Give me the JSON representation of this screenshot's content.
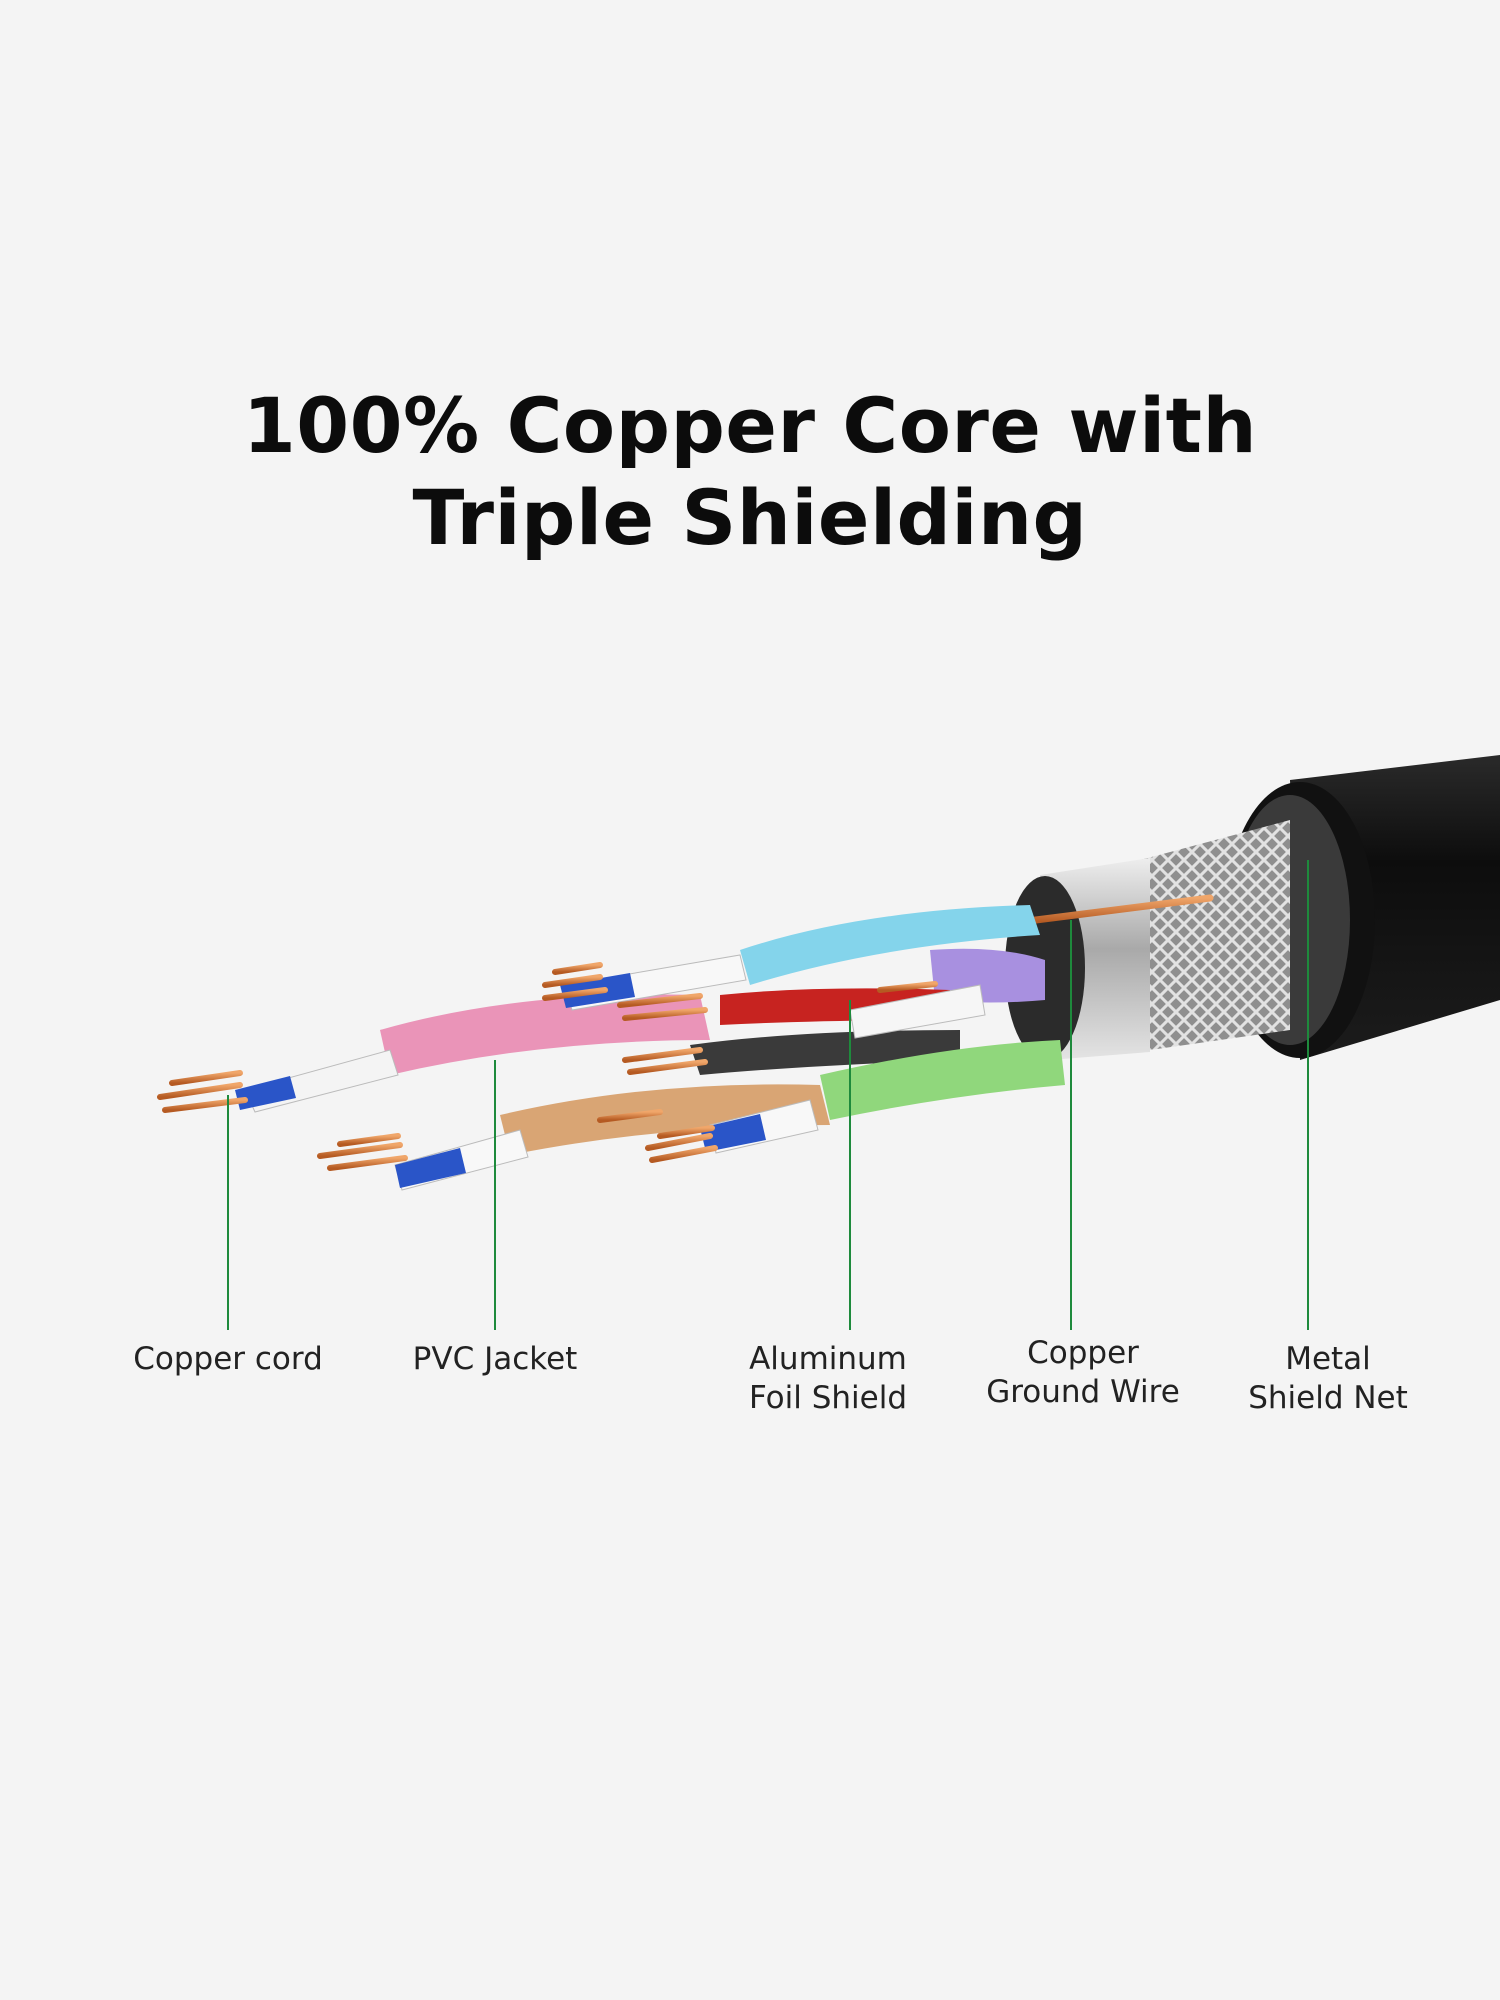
{
  "headline": {
    "line1": "100% Copper Core with",
    "line2": "Triple Shielding"
  },
  "callouts": [
    {
      "id": "copper-cord",
      "lines": [
        "Copper cord"
      ]
    },
    {
      "id": "pvc-jacket",
      "lines": [
        "PVC Jacket"
      ]
    },
    {
      "id": "aluminum-foil-shield",
      "lines": [
        "Aluminum",
        "Foil Shield"
      ]
    },
    {
      "id": "copper-ground-wire",
      "lines": [
        "Copper",
        "Ground Wire"
      ]
    },
    {
      "id": "metal-shield-net",
      "lines": [
        "Metal",
        "Shield Net"
      ]
    }
  ],
  "colors": {
    "background": "#f4f4f4",
    "leader_line": "#1e8a3c",
    "outer_jacket": "#161616",
    "copper": "#d9793b",
    "foil": "#c9c9c9",
    "pair_pink": "#e88fb4",
    "pair_blue": "#7fd3e8",
    "pair_tan": "#d6a173",
    "pair_green": "#8ed67a",
    "pair_purple": "#a98fe0",
    "pair_red": "#c4201e"
  }
}
